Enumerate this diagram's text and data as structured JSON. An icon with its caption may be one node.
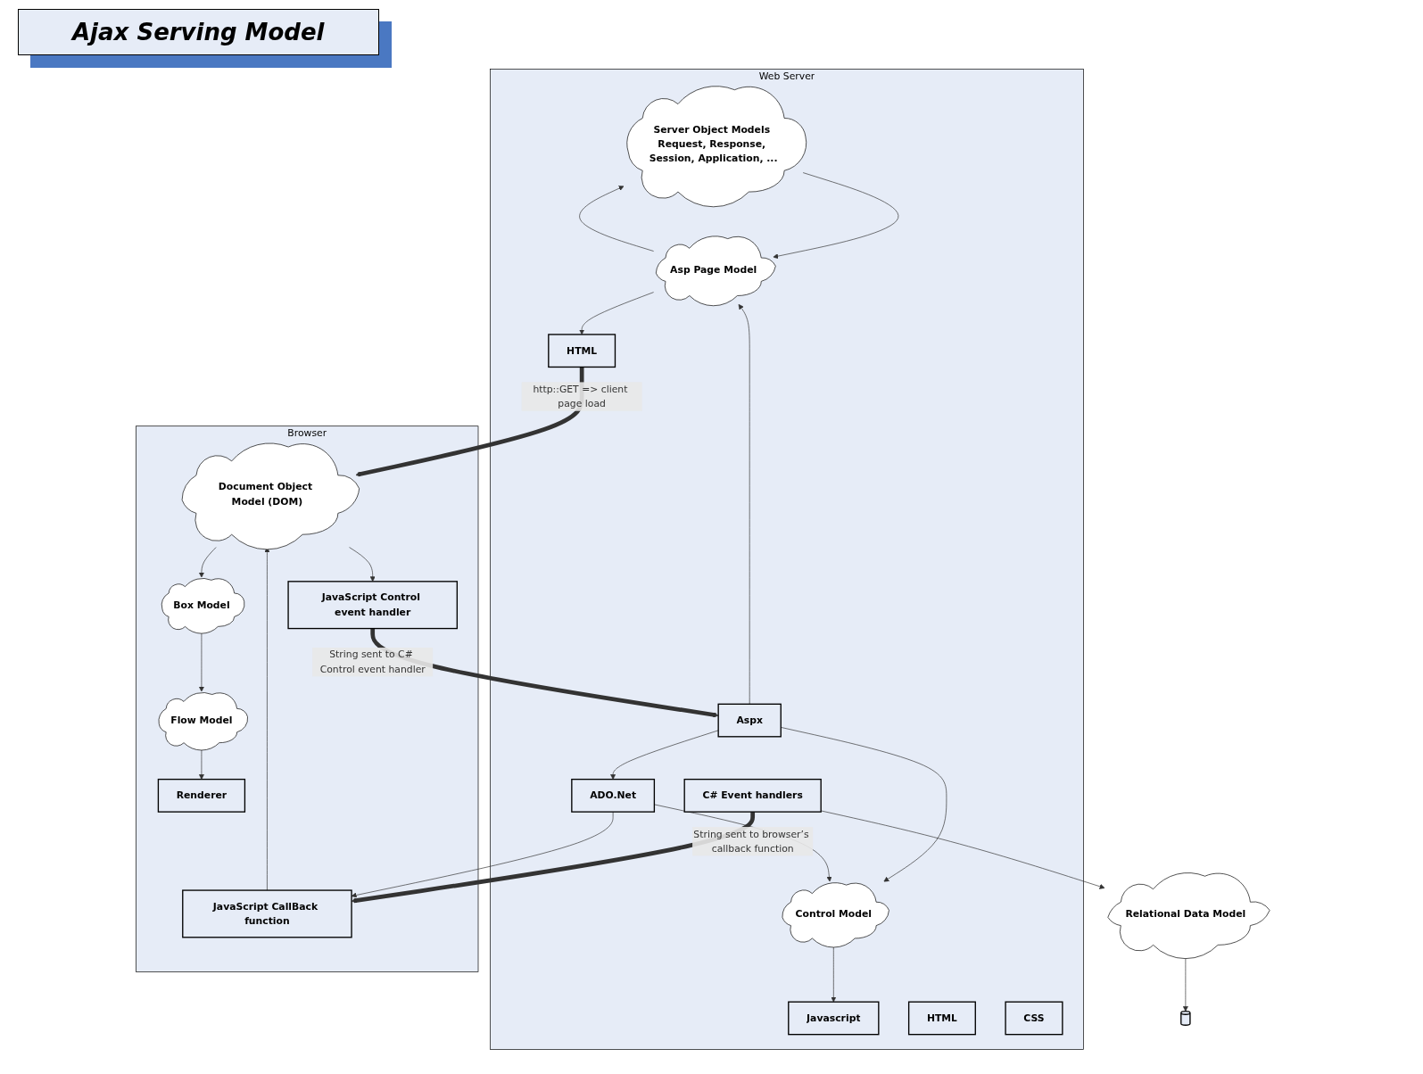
{
  "diagram": {
    "title": "Ajax Serving Model",
    "nodes": [
      {
        "text": [
          "Web Server"
        ]
      },
      {
        "text": [
          "Server Object Models Request, Response, Session, Application, ..."
        ],
        "in": 0
      },
      {
        "text": [
          "Asp Page Model"
        ],
        "in": 0
      },
      {
        "text": [
          "HTML"
        ],
        "in": 0
      },
      {
        "text": [
          "Javascript"
        ],
        "in": 0
      },
      {
        "text": [
          "C# Event handlers"
        ],
        "in": 0
      },
      {
        "text": [
          "Aspx"
        ],
        "in": 0
      },
      {
        "text": [
          "HTML"
        ],
        "in": 0
      },
      {
        "text": [
          "CSS"
        ],
        "in": 0
      },
      {
        "text": [
          "Control Model"
        ],
        "in": 0
      },
      {
        "text": [
          "ADO.Net"
        ],
        "in": 0
      },
      {
        "text": [
          "Browser"
        ]
      },
      {
        "text": [
          "JavaScript Control event handler"
        ],
        "in": 11
      },
      {
        "text": [
          "Document Object Model (DOM)"
        ],
        "in": 11
      },
      {
        "text": [
          "JavaScript CallBack function"
        ],
        "in": 11
      },
      {
        "text": [
          "Relational Data Model"
        ]
      },
      {
        "text": [
          "Box Model"
        ],
        "in": 11
      },
      {
        "text": [
          "Flow Model"
        ],
        "in": 11
      },
      {
        "text": [
          "Renderer"
        ],
        "in": 11
      },
      {
        "text": [],
        "shape": "cylinder"
      }
    ],
    "edges": [
      {
        "from": 2,
        "to": 1,
        "arrow": "to"
      },
      {
        "from": 1,
        "to": 2,
        "arrow": "to"
      },
      {
        "from": 2,
        "to": 3,
        "arrow": "to"
      },
      {
        "from": 6,
        "to": 2,
        "arrow": "to"
      },
      {
        "from": 9,
        "to": 4,
        "arrow": "to"
      },
      {
        "from": 6,
        "to": 9,
        "arrow": "to"
      },
      {
        "from": 6,
        "to": 10,
        "arrow": "to"
      },
      {
        "from": 10,
        "to": 9,
        "arrow": "to"
      },
      {
        "from": 3,
        "to": 13,
        "arrow": "to",
        "label": "http::GET => client page load",
        "style": "thick"
      },
      {
        "from": 12,
        "to": 6,
        "arrow": "to",
        "label": "String sent to C# Control event handler",
        "style": "thick"
      },
      {
        "from": 5,
        "to": 14,
        "arrow": "to",
        "label": "String sent to browser’s callback function",
        "style": "thick"
      },
      {
        "from": 10,
        "to": 14,
        "arrow": "to"
      },
      {
        "from": 5,
        "to": 15,
        "arrow": "to"
      },
      {
        "from": 15,
        "to": 19,
        "arrow": "to"
      },
      {
        "from": 13,
        "to": 12,
        "arrow": "to"
      },
      {
        "from": 14,
        "to": 13,
        "arrow": "to"
      },
      {
        "from": 13,
        "to": 16,
        "arrow": "to"
      },
      {
        "from": 16,
        "to": 17,
        "arrow": "to"
      },
      {
        "from": 17,
        "to": 18,
        "arrow": "to"
      }
    ]
  }
}
